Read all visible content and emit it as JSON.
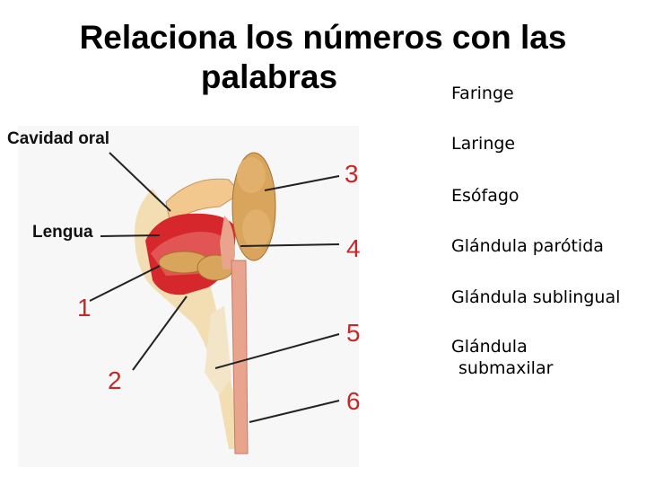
{
  "title": {
    "line1": "Relaciona los números con las",
    "line2": "palabras"
  },
  "words": [
    "Faringe",
    "Laringe",
    "Esófago",
    "Glándula parótida",
    "Glándula sublingual",
    "Glándula",
    "submaxilar"
  ],
  "diagram": {
    "labels": {
      "oral": "Cavidad oral",
      "tongue": "Lengua"
    },
    "numbers": [
      "1",
      "2",
      "3",
      "4",
      "5",
      "6"
    ]
  },
  "colors": {
    "number_red": "#c62828",
    "tissue_pink": "#e8a48c",
    "gland_tan": "#d9a45c",
    "mouth_red": "#d6282c"
  }
}
